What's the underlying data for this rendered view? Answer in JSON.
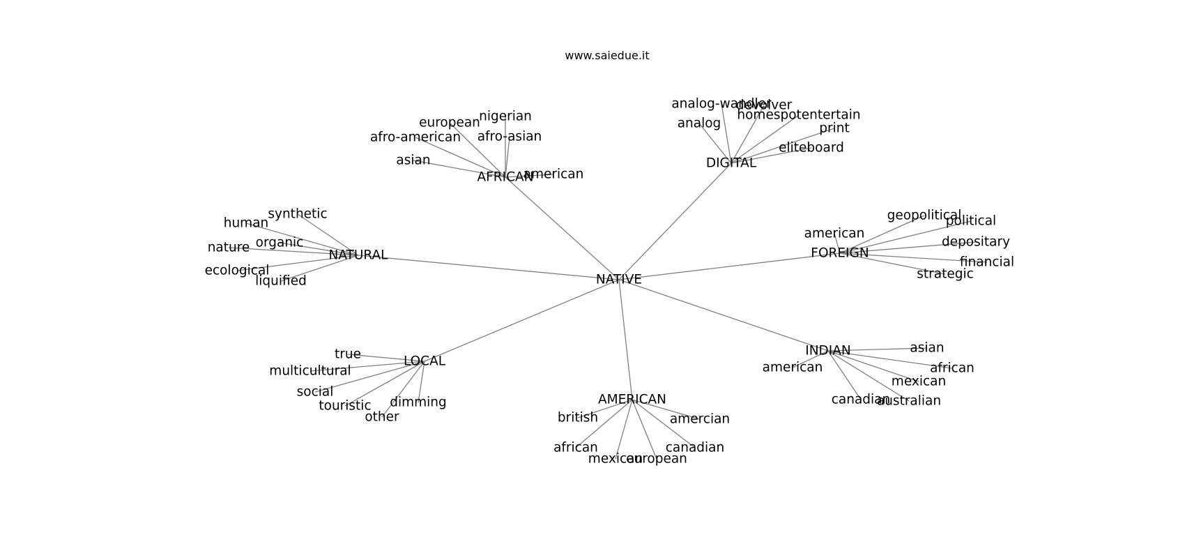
{
  "credit": "www.saiedue.it",
  "colors": {
    "edge": "#808080",
    "text": "#000000",
    "background": "#ffffff"
  },
  "graph": {
    "root": "NATIVE",
    "groups": [
      {
        "hub": "AFRICAN",
        "leaves": [
          "nigerian",
          "european",
          "afro-asian",
          "afro-american",
          "asian",
          "american"
        ]
      },
      {
        "hub": "DIGITAL",
        "leaves": [
          "analog-wandler",
          "devolver",
          "homespotentertain",
          "analog",
          "print",
          "eliteboard"
        ]
      },
      {
        "hub": "NATURAL",
        "leaves": [
          "synthetic",
          "human",
          "organic",
          "nature",
          "ecological",
          "liquified"
        ]
      },
      {
        "hub": "FOREIGN",
        "leaves": [
          "geopolitical",
          "political",
          "american",
          "depositary",
          "financial",
          "strategic"
        ]
      },
      {
        "hub": "LOCAL",
        "leaves": [
          "true",
          "multicultural",
          "social",
          "dimming",
          "touristic",
          "other"
        ]
      },
      {
        "hub": "INDIAN",
        "leaves": [
          "asian",
          "american",
          "african",
          "mexican",
          "canadian",
          "australian"
        ]
      },
      {
        "hub": "AMERICAN",
        "leaves": [
          "british",
          "amercian",
          "african",
          "canadian",
          "mexican",
          "european"
        ]
      }
    ]
  }
}
